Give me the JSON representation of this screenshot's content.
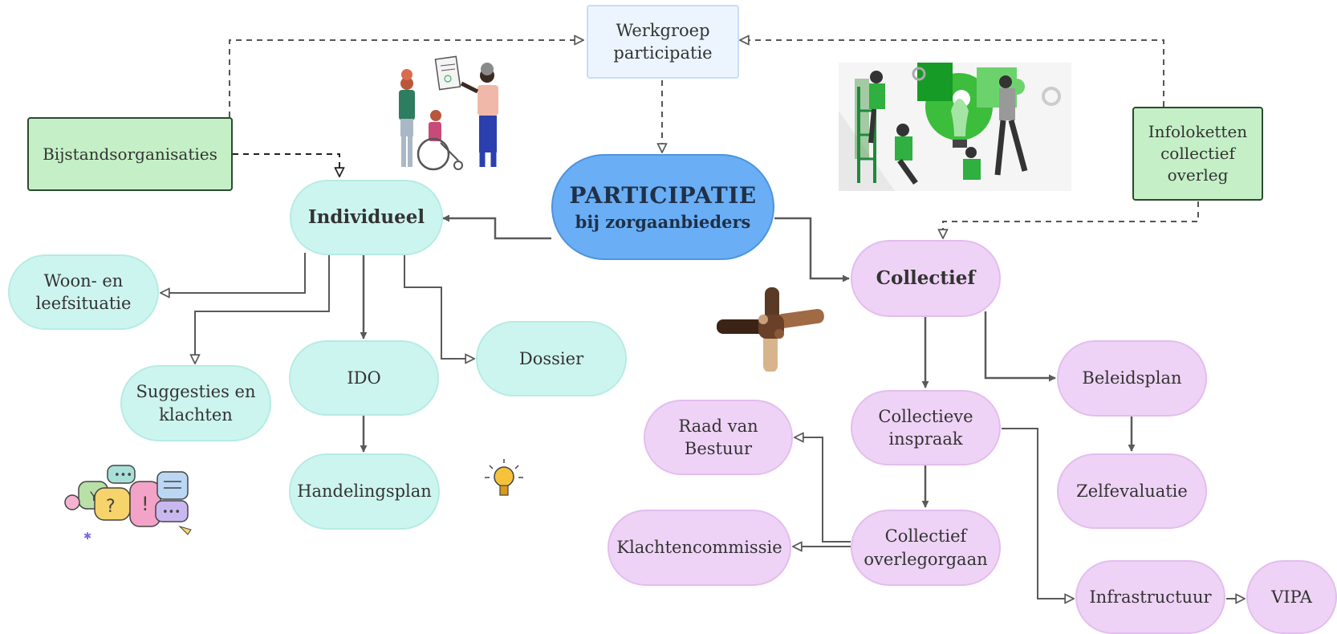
{
  "colors": {
    "individual_fill": "#cdf5f0",
    "collective_fill": "#efd3f6",
    "center_fill": "#6aaef6",
    "org_fill": "#c5f0c7",
    "workgroup_fill": "#ecf5fe",
    "connector": "#5a5a5a"
  },
  "center": {
    "title": "PARTICIPATIE",
    "subtitle": "bij zorgaanbieders"
  },
  "top": {
    "werkgroep": "Werkgroep\nparticipatie",
    "bijstand": "Bijstandsorganisaties",
    "infoloketten": "Infoloketten\ncollectief\noverleg"
  },
  "individueel": {
    "label": "Individueel",
    "woon": "Woon- en\nleefsituatie",
    "suggesties": "Suggesties en\nklachten",
    "ido": "IDO",
    "dossier": "Dossier",
    "handelingsplan": "Handelingsplan"
  },
  "collectief": {
    "label": "Collectief",
    "inspraak": "Collectieve\ninspraak",
    "raad": "Raad van\nBestuur",
    "overlegorgaan": "Collectief\noverlegorgaan",
    "klachtencommissie": "Klachtencommissie",
    "beleidsplan": "Beleidsplan",
    "zelfevaluatie": "Zelfevaluatie",
    "infrastructuur": "Infrastructuur",
    "vipa": "VIPA"
  },
  "illustrations": [
    "people-wheelchair-illustration",
    "puzzle-team-illustration",
    "joined-hands-illustration",
    "speech-bubbles-illustration",
    "lightbulb-icon"
  ]
}
